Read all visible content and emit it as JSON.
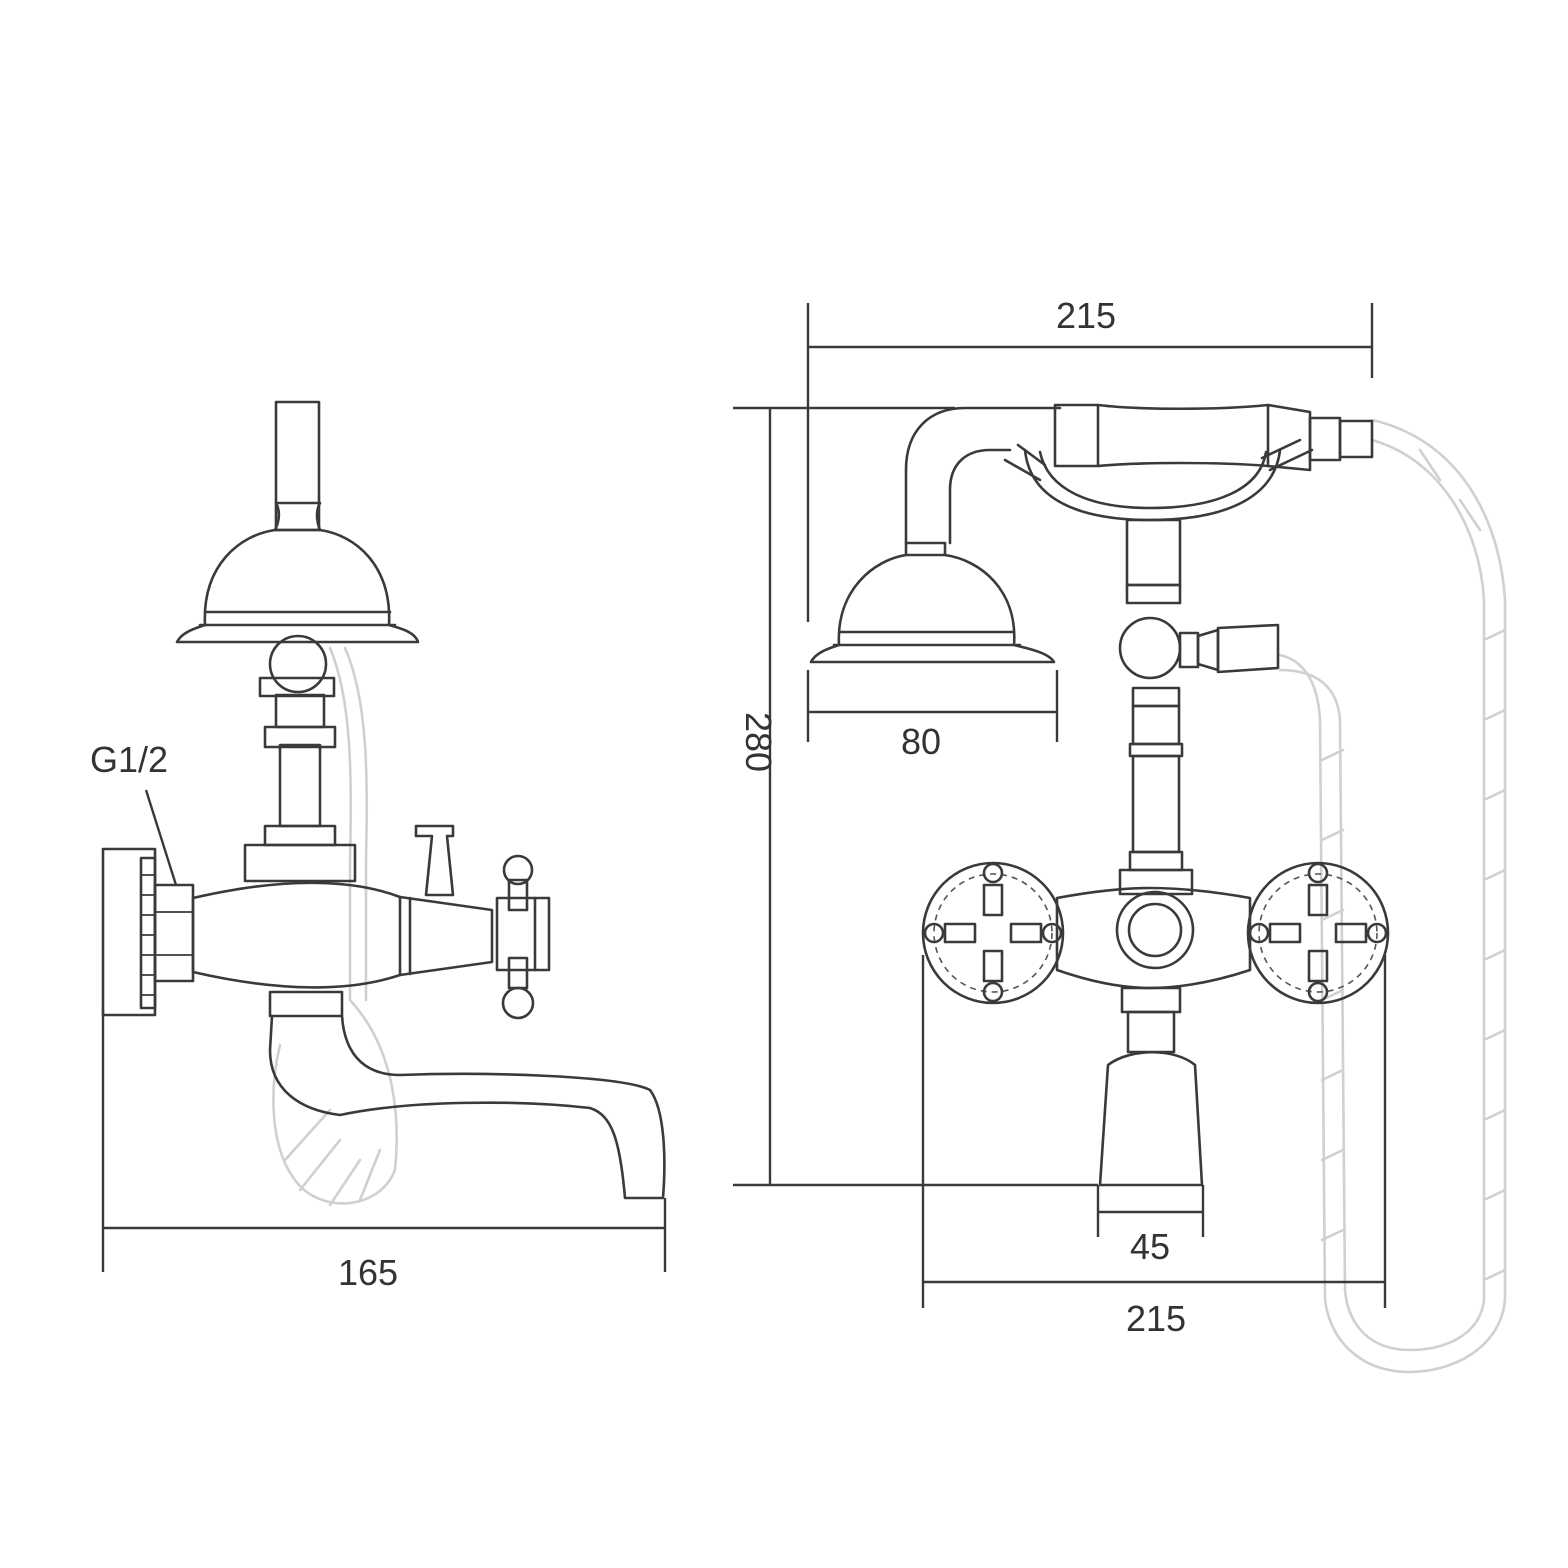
{
  "labels": {
    "thread": "G1/2",
    "side_depth": "165",
    "top_width": "215",
    "height": "280",
    "shower_head": "80",
    "spout_width": "45",
    "bottom_width": "215"
  }
}
